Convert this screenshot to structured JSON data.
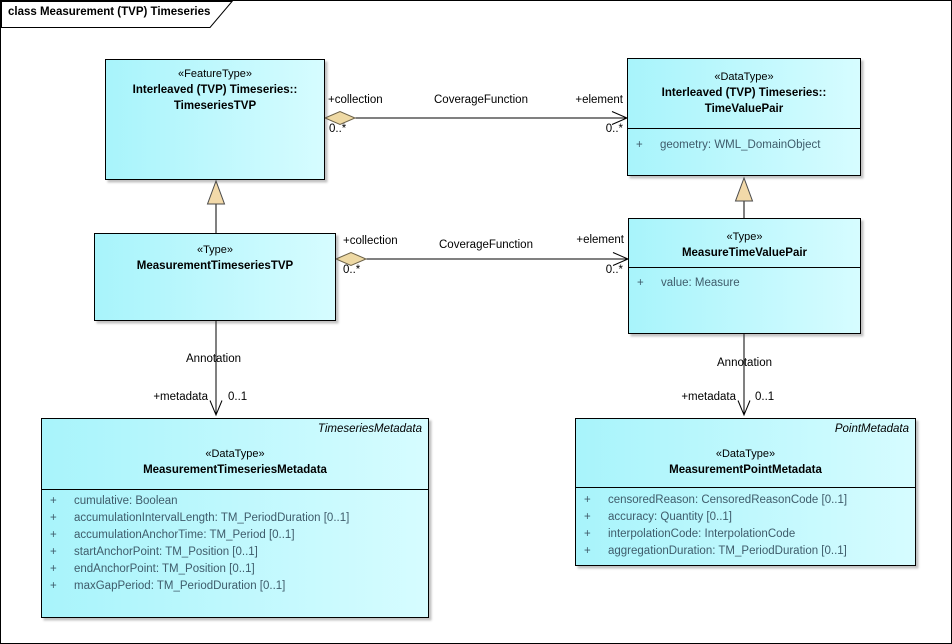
{
  "frame": {
    "title": "class Measurement (TVP) Timeseries"
  },
  "classes": {
    "timeseriesTVP": {
      "stereotype": "«FeatureType»",
      "name1": "Interleaved (TVP) Timeseries::",
      "name2": "TimeseriesTVP"
    },
    "timeValuePair": {
      "stereotype": "«DataType»",
      "name1": "Interleaved (TVP) Timeseries::",
      "name2": "TimeValuePair",
      "attributes": [
        {
          "vis": "+",
          "text": "geometry: WML_DomainObject"
        }
      ]
    },
    "measurementTimeseriesTVP": {
      "stereotype": "«Type»",
      "name": "MeasurementTimeseriesTVP"
    },
    "measureTimeValuePair": {
      "stereotype": "«Type»",
      "name": "MeasureTimeValuePair",
      "attributes": [
        {
          "vis": "+",
          "text": "value: Measure"
        }
      ]
    },
    "measurementTimeseriesMetadata": {
      "tag": "TimeseriesMetadata",
      "stereotype": "«DataType»",
      "name": "MeasurementTimeseriesMetadata",
      "attributes": [
        {
          "vis": "+",
          "text": "cumulative: Boolean"
        },
        {
          "vis": "+",
          "text": "accumulationIntervalLength: TM_PeriodDuration [0..1]"
        },
        {
          "vis": "+",
          "text": "accumulationAnchorTime: TM_Period [0..1]"
        },
        {
          "vis": "+",
          "text": "startAnchorPoint: TM_Position [0..1]"
        },
        {
          "vis": "+",
          "text": "endAnchorPoint: TM_Position [0..1]"
        },
        {
          "vis": "+",
          "text": "maxGapPeriod: TM_PeriodDuration [0..1]"
        }
      ]
    },
    "measurementPointMetadata": {
      "tag": "PointMetadata",
      "stereotype": "«DataType»",
      "name": "MeasurementPointMetadata",
      "attributes": [
        {
          "vis": "+",
          "text": "censoredReason: CensoredReasonCode [0..1]"
        },
        {
          "vis": "+",
          "text": "accuracy: Quantity [0..1]"
        },
        {
          "vis": "+",
          "text": "interpolationCode: InterpolationCode"
        },
        {
          "vis": "+",
          "text": "aggregationDuration: TM_PeriodDuration [0..1]"
        }
      ]
    }
  },
  "connectors": {
    "coverage_top": {
      "name": "CoverageFunction",
      "source_role": "+collection",
      "source_card": "0..*",
      "target_role": "+element",
      "target_card": "0..*"
    },
    "coverage_mid": {
      "name": "CoverageFunction",
      "source_role": "+collection",
      "source_card": "0..*",
      "target_role": "+element",
      "target_card": "0..*"
    },
    "annotation_left": {
      "name": "Annotation",
      "target_role": "+metadata",
      "target_card": "0..1"
    },
    "annotation_right": {
      "name": "Annotation",
      "target_role": "+metadata",
      "target_card": "0..1"
    }
  },
  "colors": {
    "box_fill_start": "#a8f4fb",
    "box_fill_end": "#d6fcff",
    "box_border": "#000000",
    "attribute_text": "#3f5c6b",
    "diamond_fill": "#eed9a4",
    "triangle_fill": "#f2d9a9"
  }
}
